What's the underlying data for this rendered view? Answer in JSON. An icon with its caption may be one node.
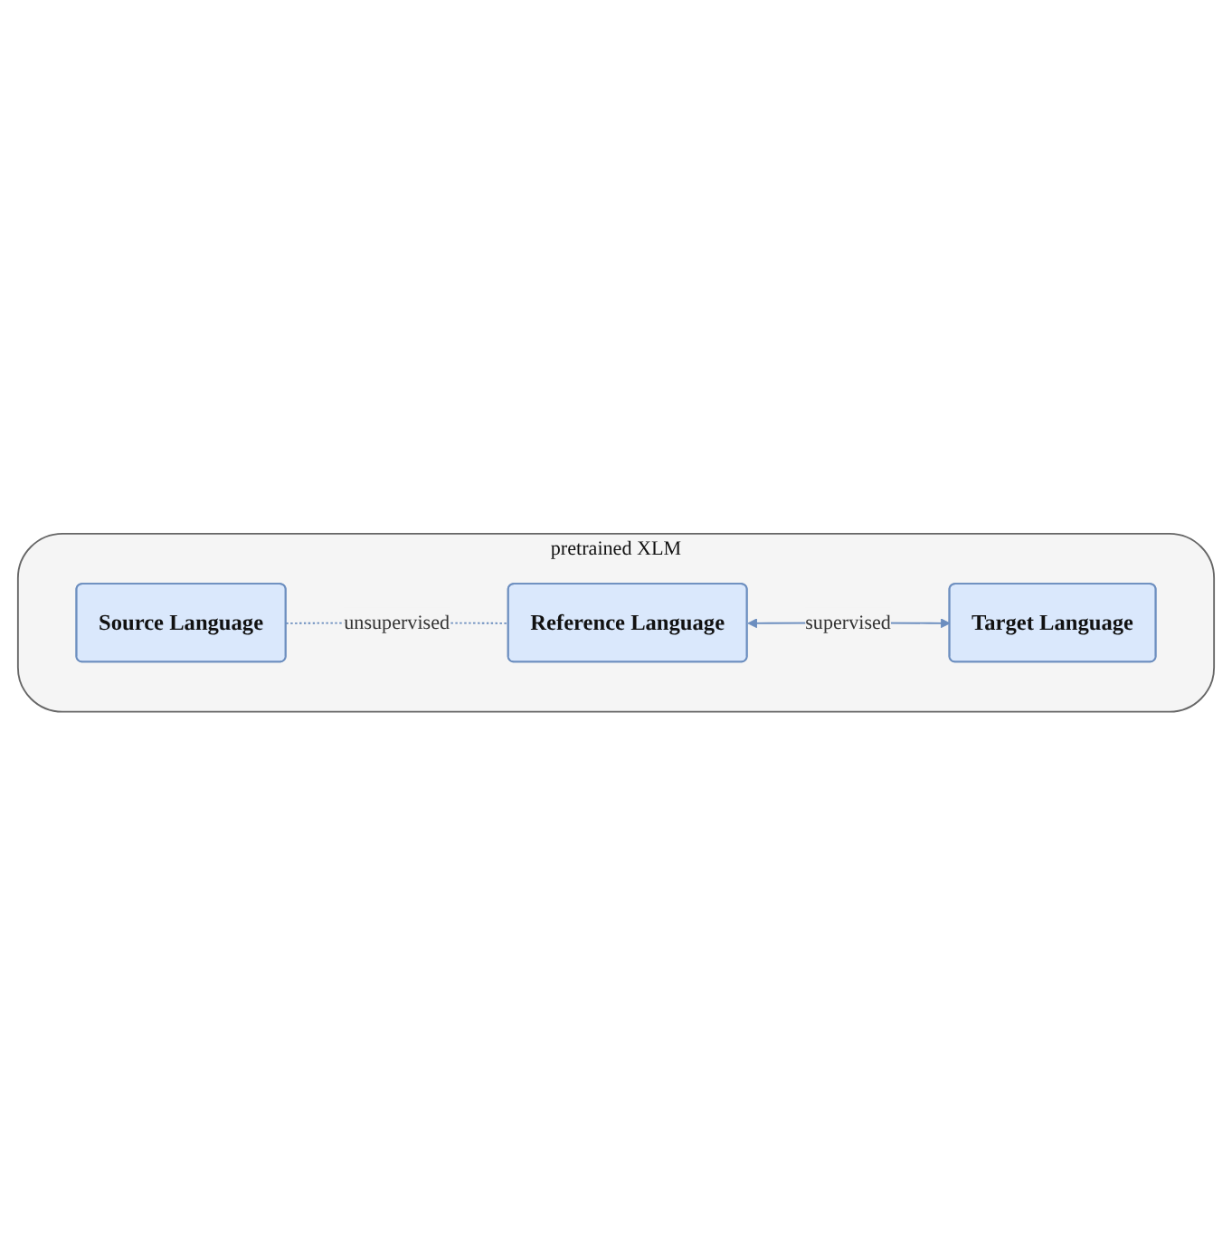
{
  "diagram": {
    "nodes": [
      {
        "text": [
          "pretrained XLM"
        ]
      },
      {
        "text": [
          "Source Language"
        ],
        "in": 0
      },
      {
        "text": [
          "Reference Language"
        ],
        "in": 0
      },
      {
        "text": [
          "Target Language"
        ],
        "in": 0
      }
    ],
    "edges": [
      {
        "from": 1,
        "to": 2,
        "arrow": "none",
        "label": "unsupervised",
        "style": "dashed"
      },
      {
        "from": 2,
        "to": 3,
        "arrow": "both",
        "label": "supervised"
      }
    ]
  }
}
